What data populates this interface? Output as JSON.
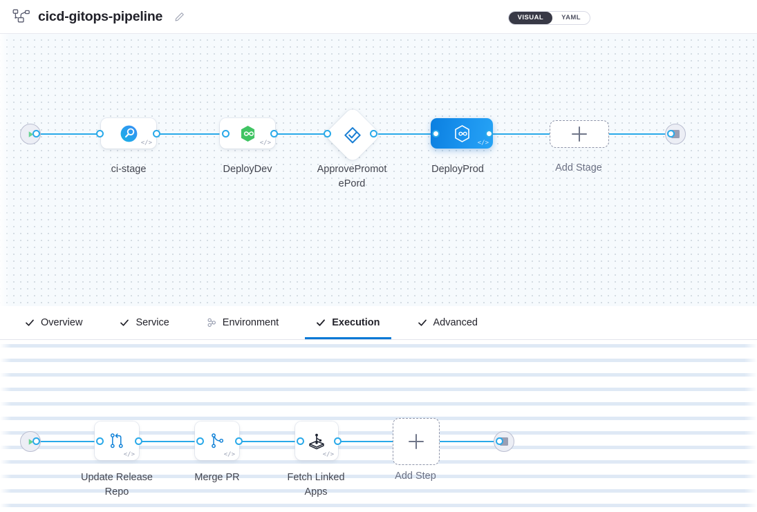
{
  "header": {
    "pipeline_icon": "pipeline-nodes-icon",
    "title": "cicd-gitops-pipeline",
    "edit_icon": "pencil-edit-icon",
    "view_toggle": {
      "visual_label": "VISUAL",
      "yaml_label": "YAML",
      "active": "VISUAL",
      "active_bg": "#383946"
    }
  },
  "stage_canvas": {
    "start_node": "start-play-node",
    "end_node": "end-stop-node",
    "stages": [
      {
        "id": "ci-stage",
        "label": "ci-stage",
        "icon": "harness-ci-icon",
        "shape": "rounded",
        "selected": false,
        "code_badge": "</>"
      },
      {
        "id": "deploy-dev",
        "label": "DeployDev",
        "icon": "argo-gitops-icon",
        "shape": "rounded",
        "selected": false,
        "code_badge": "</>"
      },
      {
        "id": "approve-promote-prod",
        "label": "ApprovePromot\nePord",
        "icon": "approval-diamond-icon",
        "shape": "diamond",
        "selected": false,
        "code_badge": ""
      },
      {
        "id": "deploy-prod",
        "label": "DeployProd",
        "icon": "argo-gitops-white-icon",
        "shape": "rounded",
        "selected": true,
        "code_badge": "</>"
      }
    ],
    "stage_labels": {
      "ci_stage": "ci-stage",
      "deploy_dev": "DeployDev",
      "approve_line1": "ApprovePromot",
      "approve_line2": "ePord",
      "deploy_prod": "DeployProd"
    },
    "add_stage": {
      "label": "Add Stage",
      "icon": "plus-icon"
    }
  },
  "tabs": [
    {
      "id": "overview",
      "label": "Overview",
      "icon": "check-icon",
      "active": false
    },
    {
      "id": "service",
      "label": "Service",
      "icon": "check-icon",
      "active": false
    },
    {
      "id": "environment",
      "label": "Environment",
      "icon": "environment-icon",
      "active": false
    },
    {
      "id": "execution",
      "label": "Execution",
      "icon": "check-icon",
      "active": true
    },
    {
      "id": "advanced",
      "label": "Advanced",
      "icon": "check-icon",
      "active": false
    }
  ],
  "step_canvas": {
    "start_node": "start-play-node",
    "end_node": "end-stop-node",
    "steps": [
      {
        "id": "update-release-repo",
        "label": "Update Release\nRepo",
        "icon": "git-pull-request-icon",
        "code_badge": "</>"
      },
      {
        "id": "merge-pr",
        "label": "Merge PR",
        "icon": "git-merge-icon",
        "code_badge": "</>"
      },
      {
        "id": "fetch-linked-apps",
        "label": "Fetch Linked Apps",
        "icon": "harness-deploy-icon",
        "code_badge": "</>"
      }
    ],
    "step_labels": {
      "update_line1": "Update Release",
      "update_line2": "Repo",
      "merge_pr": "Merge PR",
      "fetch_line1": "Fetch Linked",
      "fetch_line2": "Apps"
    },
    "add_step": {
      "label": "Add Step",
      "icon": "plus-icon"
    }
  },
  "colors": {
    "edge": "#29a9e9",
    "selected_node": "#0b7fe0",
    "active_tab_underline": "#0278d5",
    "canvas_top_bg": "#f6fafd",
    "toggle_active_bg": "#383946"
  }
}
